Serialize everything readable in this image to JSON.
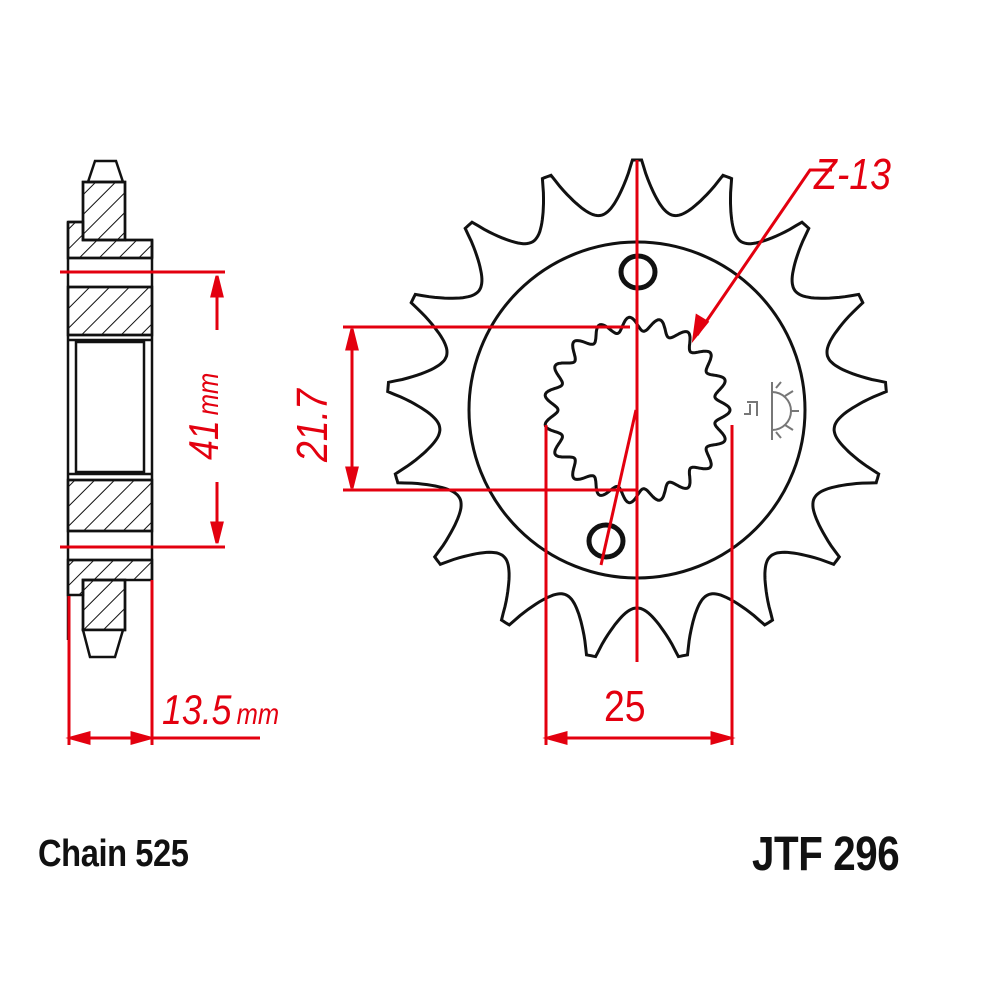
{
  "drawing": {
    "title": "Front sprocket technical drawing",
    "part_number": "JTF 296",
    "chain": "Chain 525",
    "dimensions": {
      "teeth_label": "Z-13",
      "hub_width": "13.5",
      "hub_width_unit": "mm",
      "outer_hub_diameter": "41",
      "outer_hub_diameter_unit": "mm",
      "spline_diameter": "21.7",
      "bolt_spacing": "25"
    },
    "colors": {
      "line": "#111111",
      "dimension": "#e3000f",
      "background": "#ffffff",
      "symbol": "#777777"
    }
  }
}
